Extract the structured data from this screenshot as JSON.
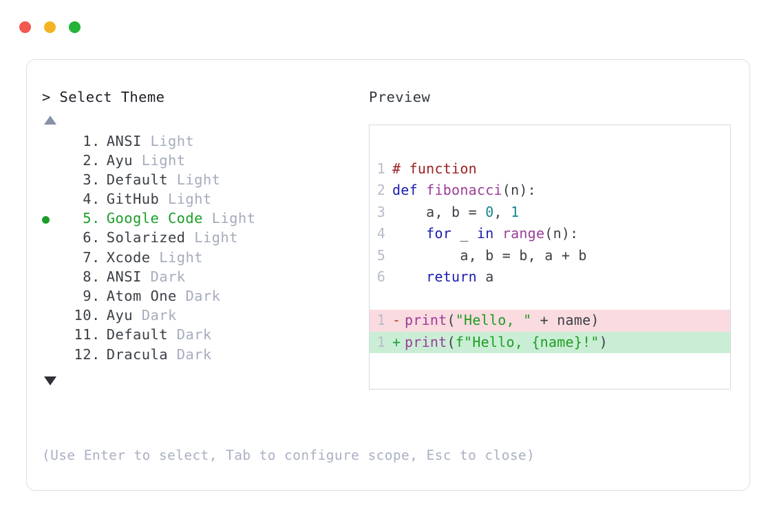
{
  "window": {
    "controls": [
      {
        "name": "close",
        "color": "#f2594f"
      },
      {
        "name": "minimize",
        "color": "#f5b324"
      },
      {
        "name": "maximize",
        "color": "#22b337"
      }
    ]
  },
  "selector": {
    "prompt_caret": ">",
    "prompt_label": "Select Theme",
    "scroll_up_icon": "triangle-up-icon",
    "scroll_down_icon": "triangle-down-icon",
    "selected_index": 5,
    "selected_bullet": "●",
    "index_separator": ".",
    "accent_color": "#1a9e27",
    "items": [
      {
        "index": "1",
        "name": "ANSI",
        "variant": "Light",
        "selected": false
      },
      {
        "index": "2",
        "name": "Ayu",
        "variant": "Light",
        "selected": false
      },
      {
        "index": "3",
        "name": "Default",
        "variant": "Light",
        "selected": false
      },
      {
        "index": "4",
        "name": "GitHub",
        "variant": "Light",
        "selected": false
      },
      {
        "index": "5",
        "name": "Google Code",
        "variant": "Light",
        "selected": true
      },
      {
        "index": "6",
        "name": "Solarized",
        "variant": "Light",
        "selected": false
      },
      {
        "index": "7",
        "name": "Xcode",
        "variant": "Light",
        "selected": false
      },
      {
        "index": "8",
        "name": "ANSI",
        "variant": "Dark",
        "selected": false
      },
      {
        "index": "9",
        "name": "Atom One",
        "variant": "Dark",
        "selected": false
      },
      {
        "index": "10",
        "name": "Ayu",
        "variant": "Dark",
        "selected": false
      },
      {
        "index": "11",
        "name": "Default",
        "variant": "Dark",
        "selected": false
      },
      {
        "index": "12",
        "name": "Dracula",
        "variant": "Dark",
        "selected": false
      }
    ]
  },
  "footer": {
    "hint": "(Use Enter to select, Tab to configure scope, Esc to close)"
  },
  "preview": {
    "title": "Preview",
    "code_lines": [
      {
        "ln": "1",
        "tokens": [
          {
            "t": "# function",
            "c": "tk-comment"
          }
        ]
      },
      {
        "ln": "2",
        "tokens": [
          {
            "t": "def ",
            "c": "tk-keyword"
          },
          {
            "t": "fibonacci",
            "c": "tk-func"
          },
          {
            "t": "(n):",
            "c": "tk-plain"
          }
        ]
      },
      {
        "ln": "3",
        "tokens": [
          {
            "t": "    a, b = ",
            "c": "tk-plain"
          },
          {
            "t": "0",
            "c": "tk-num"
          },
          {
            "t": ", ",
            "c": "tk-plain"
          },
          {
            "t": "1",
            "c": "tk-num"
          }
        ]
      },
      {
        "ln": "4",
        "tokens": [
          {
            "t": "    ",
            "c": "tk-plain"
          },
          {
            "t": "for",
            "c": "tk-keyword"
          },
          {
            "t": " _ ",
            "c": "tk-plain"
          },
          {
            "t": "in",
            "c": "tk-keyword"
          },
          {
            "t": " ",
            "c": "tk-plain"
          },
          {
            "t": "range",
            "c": "tk-func"
          },
          {
            "t": "(n):",
            "c": "tk-plain"
          }
        ]
      },
      {
        "ln": "5",
        "tokens": [
          {
            "t": "        a, b = b, a + b",
            "c": "tk-plain"
          }
        ]
      },
      {
        "ln": "6",
        "tokens": [
          {
            "t": "    ",
            "c": "tk-plain"
          },
          {
            "t": "return",
            "c": "tk-keyword"
          },
          {
            "t": " a",
            "c": "tk-plain"
          }
        ]
      }
    ],
    "diff_lines": [
      {
        "ln": "1",
        "kind": "del",
        "marker": "-",
        "tokens": [
          {
            "t": "print",
            "c": "tk-func"
          },
          {
            "t": "(",
            "c": "tk-plain"
          },
          {
            "t": "\"Hello, \"",
            "c": "tk-str"
          },
          {
            "t": " + name)",
            "c": "tk-plain"
          }
        ]
      },
      {
        "ln": "1",
        "kind": "add",
        "marker": "+",
        "tokens": [
          {
            "t": "print",
            "c": "tk-func"
          },
          {
            "t": "(",
            "c": "tk-plain"
          },
          {
            "t": "f\"Hello, {name}!\"",
            "c": "tk-str"
          },
          {
            "t": ")",
            "c": "tk-plain"
          }
        ]
      }
    ],
    "diff_colors": {
      "deleted_bg": "#fadbe0",
      "added_bg": "#caeed5"
    }
  }
}
